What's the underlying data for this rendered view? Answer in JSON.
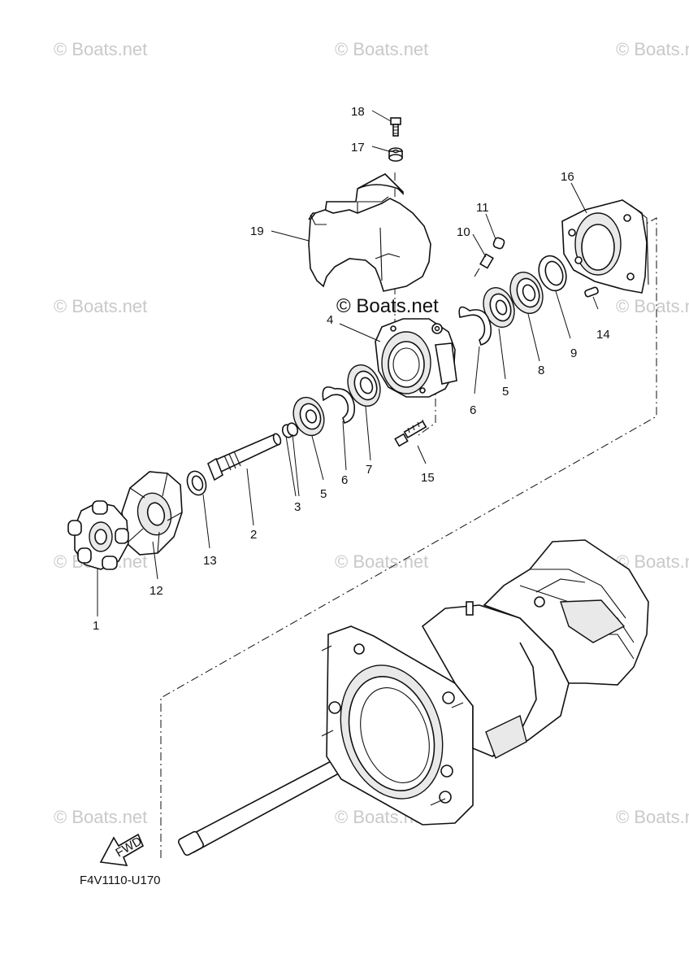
{
  "watermarks": {
    "corner_text": "© Boats.net",
    "center_text": "© Boats.net"
  },
  "diagram_code": "F4V1110-U170",
  "fwd_label": "FWD",
  "callouts": {
    "c1": "1",
    "c2": "2",
    "c3": "3",
    "c4": "4",
    "c5a": "5",
    "c5b": "5",
    "c6a": "6",
    "c6b": "6",
    "c7": "7",
    "c8": "8",
    "c9": "9",
    "c10": "10",
    "c11": "11",
    "c12": "12",
    "c13": "13",
    "c14": "14",
    "c15": "15",
    "c16": "16",
    "c17": "17",
    "c18": "18",
    "c19": "19"
  }
}
